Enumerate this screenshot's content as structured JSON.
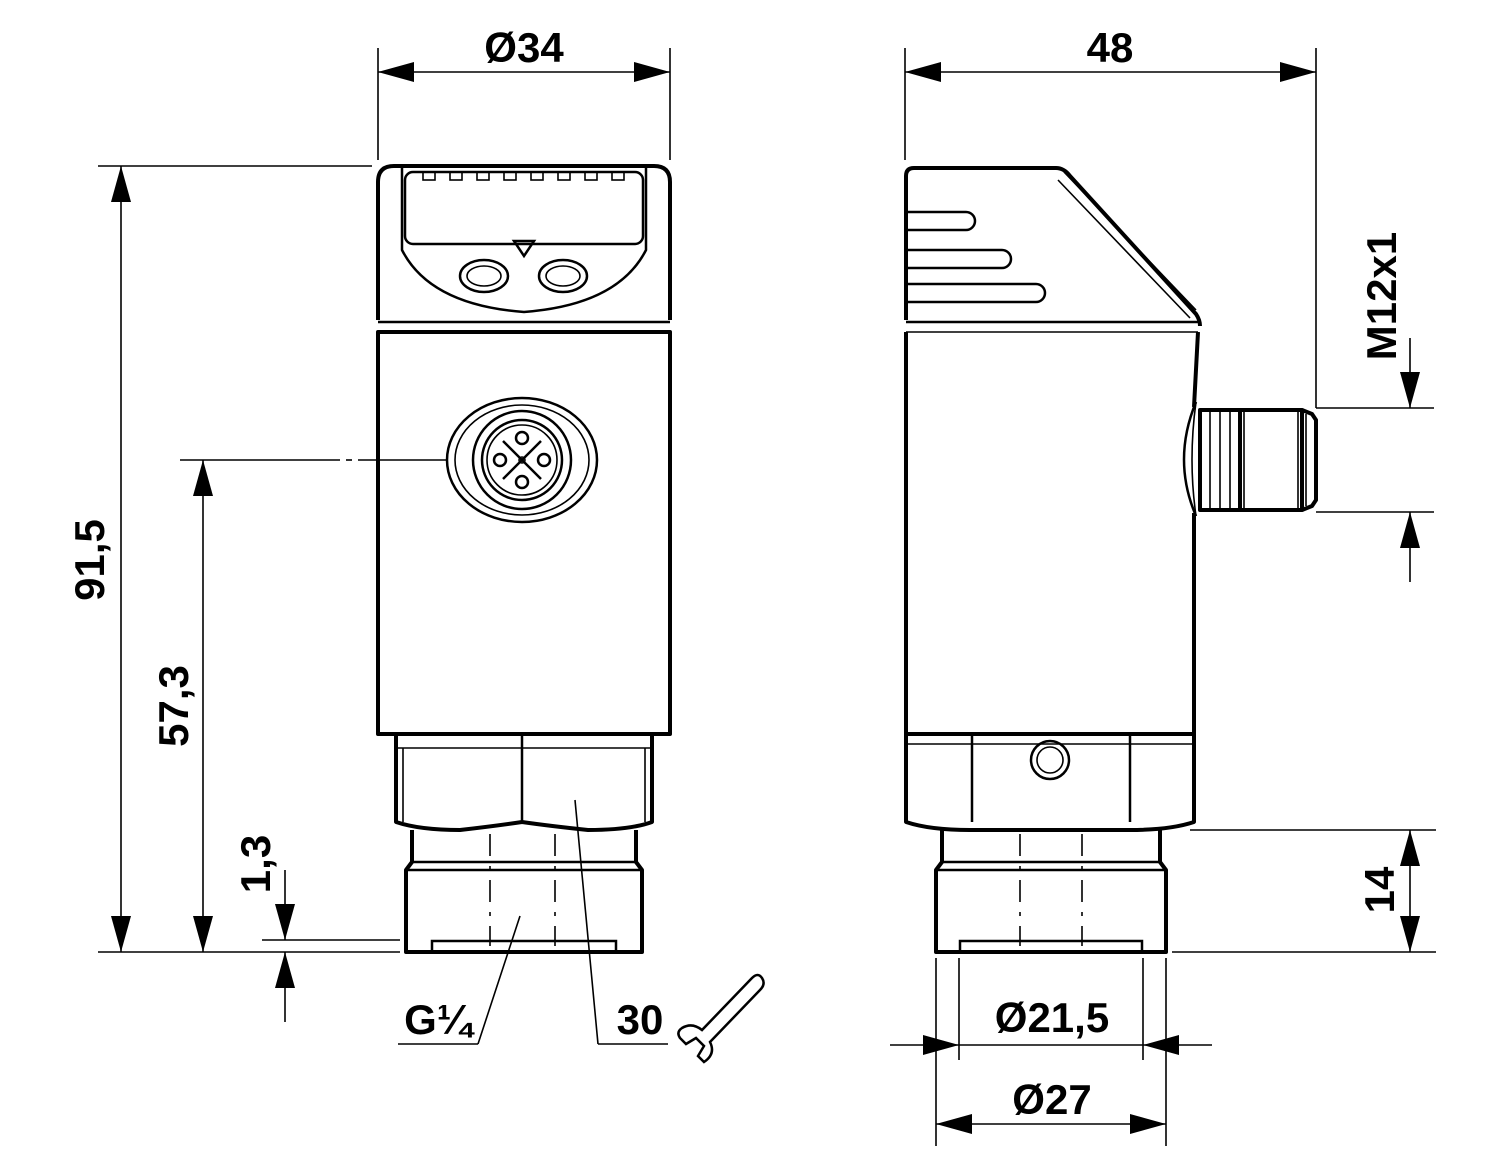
{
  "dimensions": {
    "front_diameter": "Ø34",
    "side_width": "48",
    "total_height": "91,5",
    "connector_height": "57,3",
    "thread_offset": "1,3",
    "connector_thread": "M12x1",
    "fitting_height": "14",
    "fitting_inner_diameter": "Ø21,5",
    "fitting_outer_diameter": "Ø27",
    "process_thread": "G¼",
    "wrench_size": "30"
  },
  "icons": {
    "wrench": "wrench-icon",
    "display": "display-triangle-icon"
  }
}
